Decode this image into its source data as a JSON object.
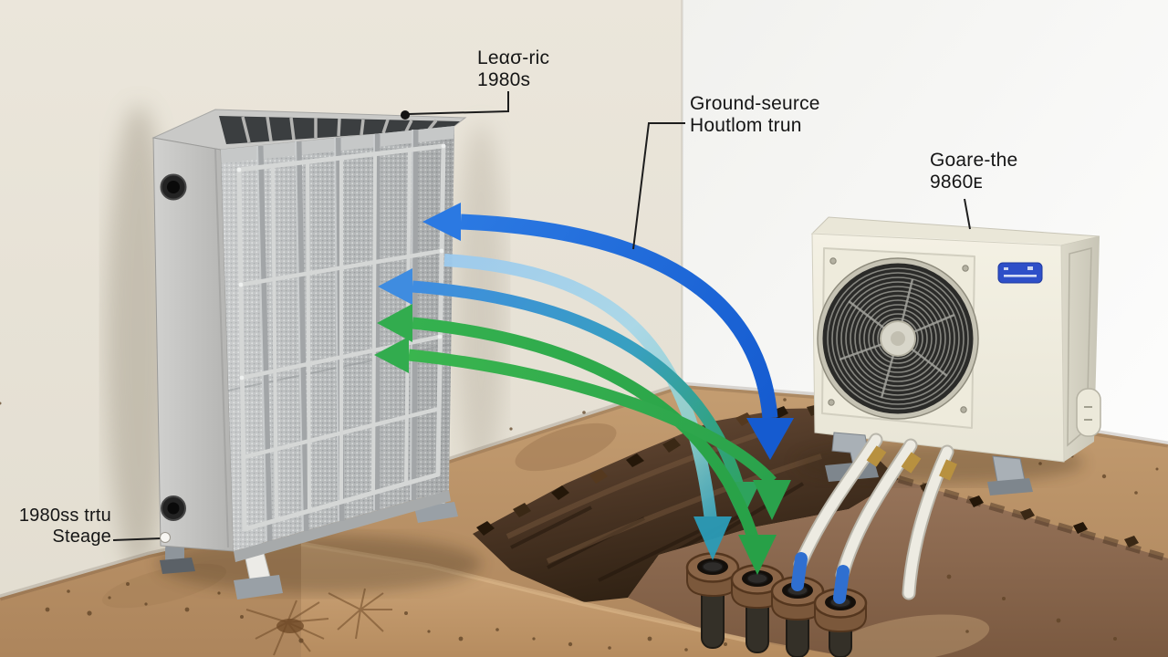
{
  "labels": {
    "old_heater_top": {
      "line1": "Leασ-ric",
      "line2": "1980s"
    },
    "heat_flow": {
      "line1": "Ground-seurce",
      "line2": "Houtlom trun"
    },
    "heat_pump": {
      "line1": "Goare-the",
      "line2": "9860ᴇ"
    },
    "old_heater_base": {
      "line1": "1980ss trtu",
      "line2": "Steage"
    }
  },
  "palette": {
    "wall_left": "#e7e2d6",
    "wall_right": "#f7f7f4",
    "ground": "#bf986c",
    "trench_dark": "#4a3424",
    "trench_bank": "#8f6c52",
    "arrow_blue_dark": "#1f6fdd",
    "arrow_blue_light": "#9ccaee",
    "arrow_blue_mid": "#3f8ce0",
    "arrow_teal": "#2b9cb8",
    "arrow_green": "#32ac4e",
    "radiator_grey": "#c2c3c1",
    "heat_pump_cream": "#f0edde",
    "pipe_white": "#edebe2",
    "pipe_brass": "#b8913f",
    "pipe_fitting_blue": "#2f6fd0",
    "badge_blue": "#2e4fc8",
    "label_text": "#161616"
  }
}
